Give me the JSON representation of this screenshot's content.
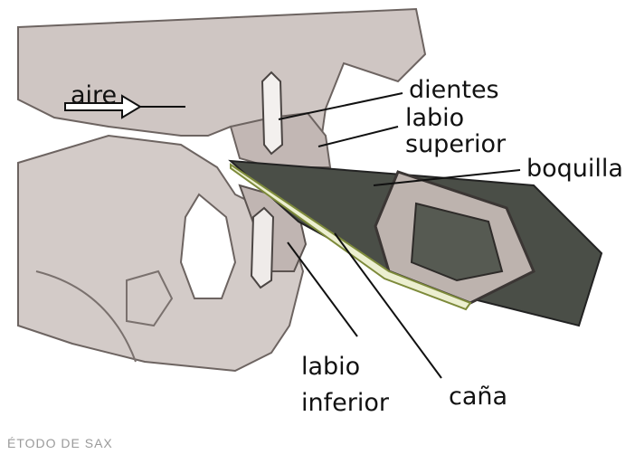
{
  "labels": {
    "aire": "aire",
    "dientes": "dientes",
    "labio_superior_1": "labio",
    "labio_superior_2": "superior",
    "boquilla": "boquilla",
    "labio_inferior_1": "labio",
    "labio_inferior_2": "inferior",
    "cana": "caña"
  },
  "credit": "ÉTODO DE SAX"
}
